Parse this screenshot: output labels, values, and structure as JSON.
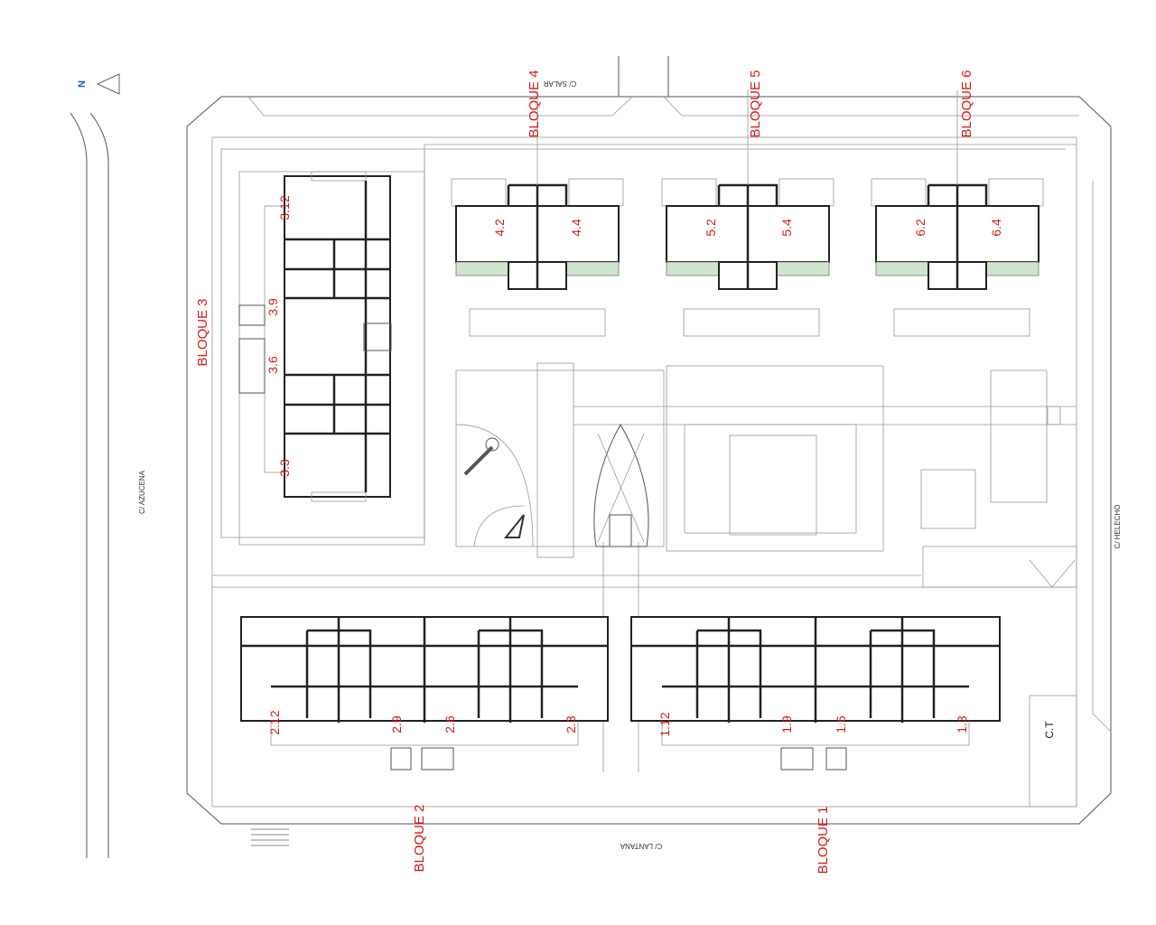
{
  "north": {
    "label": "N"
  },
  "streets": {
    "top": "C/ SALAR",
    "left": "C/ AZUCENA",
    "right": "C/ HELECHO",
    "bottom": "C/ LANTANA"
  },
  "blocks": {
    "b1": {
      "label": "BLOQUE 1",
      "units": [
        "1.12",
        "1.9",
        "1.6",
        "1.3"
      ]
    },
    "b2": {
      "label": "BLOQUE 2",
      "units": [
        "2.12",
        "2.9",
        "2.6",
        "2.3"
      ]
    },
    "b3": {
      "label": "BLOQUE 3",
      "units": [
        "3.12",
        "3.9",
        "3.6",
        "3.3"
      ]
    },
    "b4": {
      "label": "BLOQUE 4",
      "units": [
        "4.2",
        "4.4"
      ]
    },
    "b5": {
      "label": "BLOQUE 5",
      "units": [
        "5.2",
        "5.4"
      ]
    },
    "b6": {
      "label": "BLOQUE 6",
      "units": [
        "6.2",
        "6.4"
      ]
    }
  },
  "transformer": {
    "label": "C.T"
  },
  "colors": {
    "labels": "#d41a1a",
    "north": "#1a5fb4",
    "garden": "#cfe4cc"
  }
}
